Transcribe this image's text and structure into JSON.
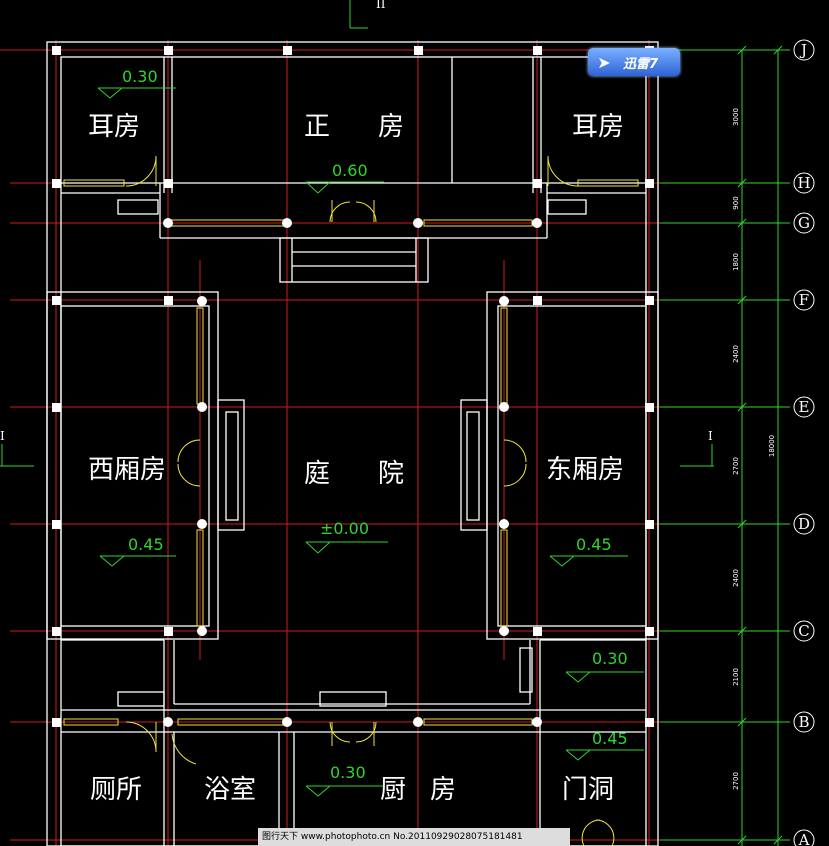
{
  "rooms": {
    "er_left": "耳房",
    "zheng_1": "正",
    "zheng_2": "房",
    "er_right": "耳房",
    "xi_xiang": "西厢房",
    "ting_1": "庭",
    "ting_2": "院",
    "dong_xiang": "东厢房",
    "cesuo": "厕所",
    "yushi": "浴室",
    "chu_1": "厨",
    "chu_2": "房",
    "mendong": "门洞"
  },
  "levels": {
    "er_left": "0.30",
    "zheng": "0.60",
    "xi_xiang": "0.45",
    "ting": "±0.00",
    "dong_xiang": "0.45",
    "se": "0.30",
    "mendong": "0.45",
    "chu": "0.30"
  },
  "axes": [
    "J",
    "H",
    "G",
    "F",
    "E",
    "D",
    "C",
    "B",
    "A"
  ],
  "dimensions": [
    "3000",
    "900",
    "1800",
    "2400",
    "2700",
    "2400",
    "2100",
    "2700"
  ],
  "total_dimension": "18000",
  "section_marks": {
    "left": "I",
    "right": "I",
    "top": "II"
  },
  "badge": {
    "icon": "bird-icon",
    "label": "迅雷7"
  },
  "watermark": "图行天下 www.photophoto.cn No.20110929028075181481"
}
